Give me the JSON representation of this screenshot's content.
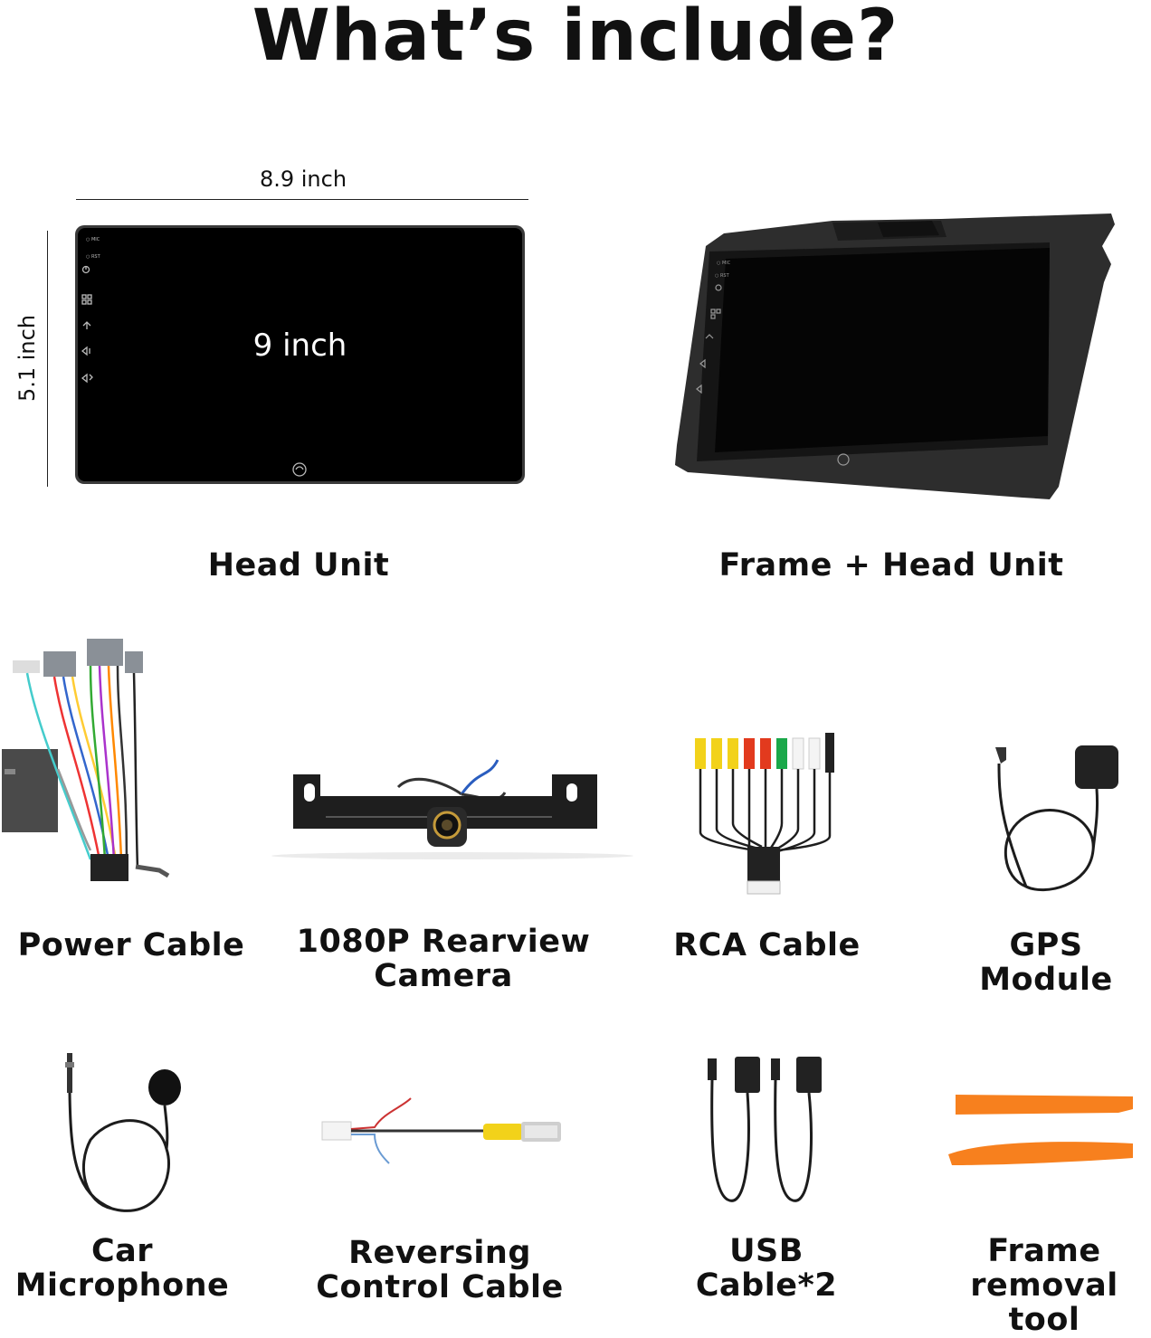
{
  "title": "What’s include?",
  "head_unit": {
    "width_label": "8.9 inch",
    "height_label": "5.1 inch",
    "screen_label": "9 inch",
    "side_labels": [
      "MIC",
      "RST"
    ],
    "caption": "Head Unit"
  },
  "frame_unit": {
    "side_labels": [
      "MIC",
      "RST"
    ],
    "caption": "Frame + Head Unit"
  },
  "items_row1": [
    {
      "line1": "Power Cable",
      "line2": ""
    },
    {
      "line1": "1080P Rearview",
      "line2": "Camera"
    },
    {
      "line1": "RCA Cable",
      "line2": ""
    },
    {
      "line1": "GPS Module",
      "line2": ""
    }
  ],
  "items_row2": [
    {
      "line1": "Car",
      "line2": "Microphone"
    },
    {
      "line1": "Reversing",
      "line2": "Control Cable"
    },
    {
      "line1": "USB",
      "line2": "Cable*2"
    },
    {
      "line1": "Frame",
      "line2": "removal tool"
    }
  ],
  "colors": {
    "screen": "#000000",
    "bezel": "#2b2b2b",
    "rca_yellow": "#f2d21a",
    "rca_red": "#e23a1e",
    "rca_white": "#f4f4f4",
    "rca_green": "#1aa84a",
    "tool_orange": "#f7801e"
  }
}
